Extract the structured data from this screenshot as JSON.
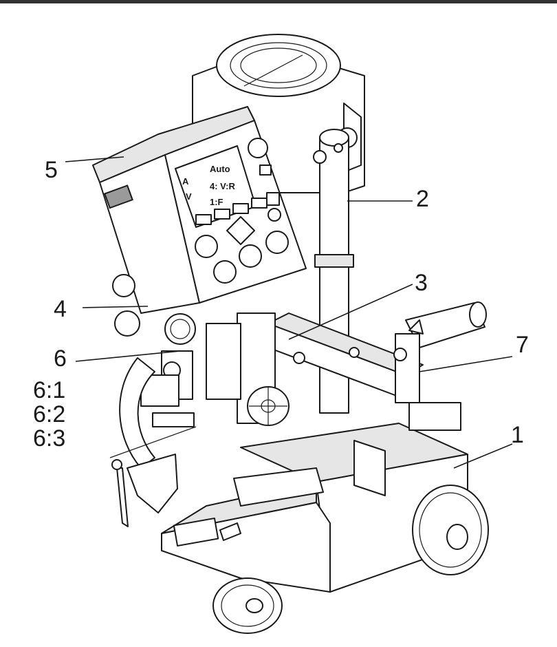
{
  "callouts": {
    "c1": "1",
    "c2": "2",
    "c3": "3",
    "c4": "4",
    "c5": "5",
    "c6": "6",
    "c6_1": "6:1",
    "c6_2": "6:2",
    "c6_3": "6:3",
    "c7": "7"
  },
  "control_panel": {
    "row1": "A",
    "row1b": "Auto",
    "row2": "V",
    "row2b": "4: V:R",
    "row3b": "1:F"
  },
  "colors": {
    "line": "#1a1a1a",
    "background": "#ffffff",
    "top_border": "#333333"
  }
}
